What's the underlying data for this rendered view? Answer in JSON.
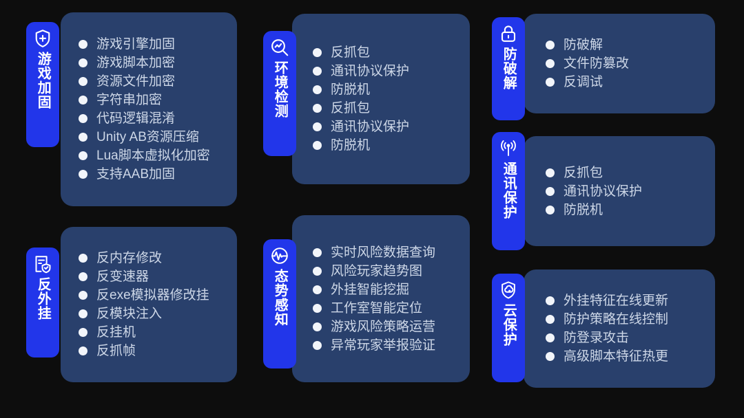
{
  "theme": {
    "background": "#0d0d0d",
    "card_fill": "#29406c",
    "tab_fill": "#2236ea",
    "text": "#ccd6e8",
    "bullet": "#f2f5fa"
  },
  "cards": [
    {
      "id": "game-hardening",
      "tab_label": "游戏加固",
      "icon": "shield-plus-icon",
      "items": [
        "游戏引擎加固",
        "游戏脚本加密",
        "资源文件加密",
        "字符串加密",
        "代码逻辑混淆",
        "Unity AB资源压缩",
        "Lua脚本虚拟化加密",
        "支持AAB加固"
      ]
    },
    {
      "id": "env-detection",
      "tab_label": "环境检测",
      "icon": "magnifier-wave-icon",
      "items": [
        "反抓包",
        "通讯协议保护",
        "防脱机",
        "反抓包",
        "通讯协议保护",
        "防脱机"
      ]
    },
    {
      "id": "anti-crack",
      "tab_label": "防破解",
      "icon": "padlock-icon",
      "items": [
        "防破解",
        "文件防篡改",
        "反调试"
      ]
    },
    {
      "id": "comms",
      "tab_label": "通讯保护",
      "icon": "signal-antenna-icon",
      "items": [
        "反抓包",
        "通讯协议保护",
        "防脱机"
      ]
    },
    {
      "id": "anti-cheat",
      "tab_label": "反外挂",
      "icon": "document-shield-check-icon",
      "items": [
        "反内存修改",
        "反变速器",
        "反exe模拟器修改挂",
        "反模块注入",
        "反挂机",
        "反抓帧"
      ]
    },
    {
      "id": "situation",
      "tab_label": "态势感知",
      "icon": "pulse-circle-icon",
      "items": [
        "实时风险数据查询",
        "风险玩家趋势图",
        "外挂智能挖掘",
        "工作室智能定位",
        "游戏风险策略运营",
        "异常玩家举报验证"
      ]
    },
    {
      "id": "cloud",
      "tab_label": "云保护",
      "icon": "cloud-shield-icon",
      "items": [
        "外挂特征在线更新",
        "防护策略在线控制",
        "防登录攻击",
        "高级脚本特征热更"
      ]
    }
  ]
}
